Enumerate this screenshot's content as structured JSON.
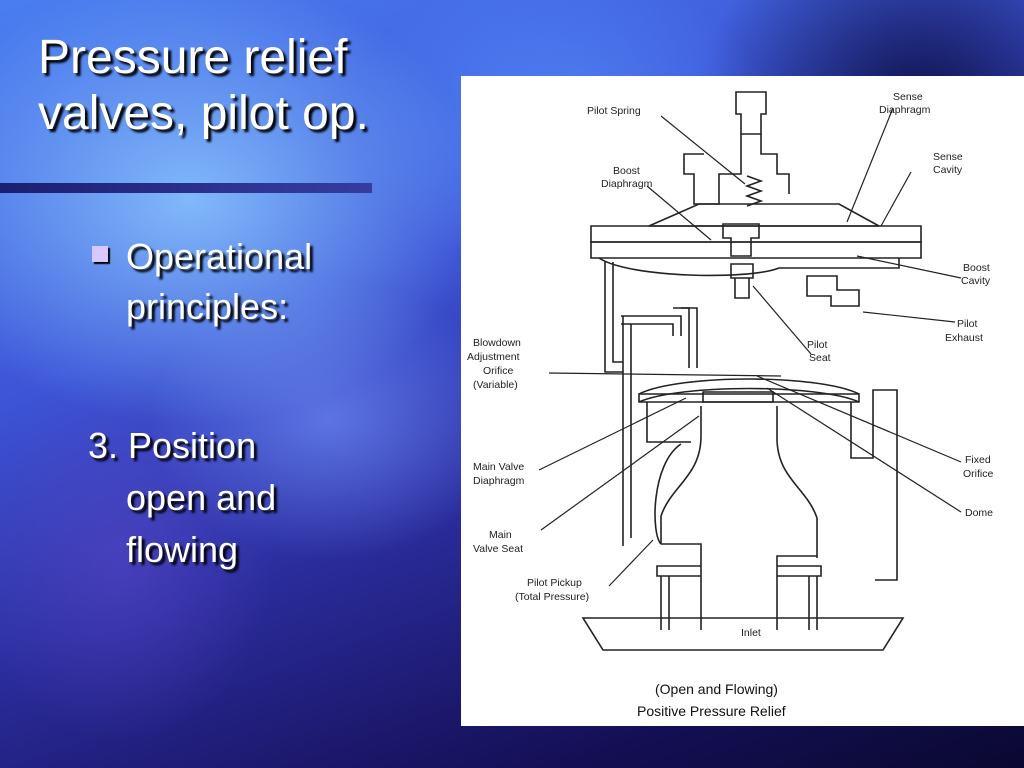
{
  "slide": {
    "title_line1": "Pressure relief",
    "title_line2": "valves, pilot op.",
    "bullet_line1": "Operational",
    "bullet_line2": "principles:",
    "step_line1": "3. Position",
    "step_line2": "open and",
    "step_line3": "flowing"
  },
  "diagram": {
    "labels": {
      "pilot_spring": "Pilot Spring",
      "sense_diaphragm_1": "Sense",
      "sense_diaphragm_2": "Diaphragm",
      "sense_cavity_1": "Sense",
      "sense_cavity_2": "Cavity",
      "boost_diaphragm_1": "Boost",
      "boost_diaphragm_2": "Diaphragm",
      "boost_cavity_1": "Boost",
      "boost_cavity_2": "Cavity",
      "pilot_exhaust_1": "Pilot",
      "pilot_exhaust_2": "Exhaust",
      "blowdown_1": "Blowdown",
      "blowdown_2": "Adjustment",
      "blowdown_3": "Orifice",
      "blowdown_4": "(Variable)",
      "pilot_seat_1": "Pilot",
      "pilot_seat_2": "Seat",
      "main_valve_diaphragm_1": "Main Valve",
      "main_valve_diaphragm_2": "Diaphragm",
      "fixed_orifice_1": "Fixed",
      "fixed_orifice_2": "Orifice",
      "dome": "Dome",
      "main_valve_seat_1": "Main",
      "main_valve_seat_2": "Valve Seat",
      "pilot_pickup_1": "Pilot Pickup",
      "pilot_pickup_2": "(Total Pressure)",
      "inlet": "Inlet",
      "caption_1": "(Open and Flowing)",
      "caption_2": "Positive Pressure Relief"
    }
  }
}
